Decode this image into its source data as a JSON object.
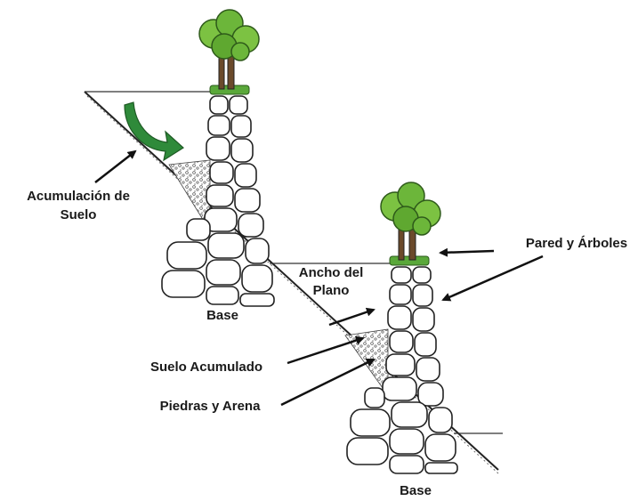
{
  "labels": {
    "soil_accumulation_line1": "Acumulación de",
    "soil_accumulation_line2": "Suelo",
    "base_upper": "Base",
    "plane_width_line1": "Ancho del",
    "plane_width_line2": "Plano",
    "wall_and_trees": "Pared y Árboles",
    "accumulated_soil": "Suelo Acumulado",
    "stones_and_sand": "Piedras y Arena",
    "base_lower": "Base"
  },
  "colors": {
    "ink": "#1a1a1a",
    "stone_fill": "#ffffff",
    "leaf_dark": "#2e7d1f",
    "leaf_light": "#7cc242",
    "trunk": "#6b4a2b",
    "grass": "#5aa83a",
    "curved_arrow": "#2f8a3a"
  },
  "icons": {
    "tree": "tree-icon",
    "curved_arrow": "curved-arrow-icon"
  }
}
